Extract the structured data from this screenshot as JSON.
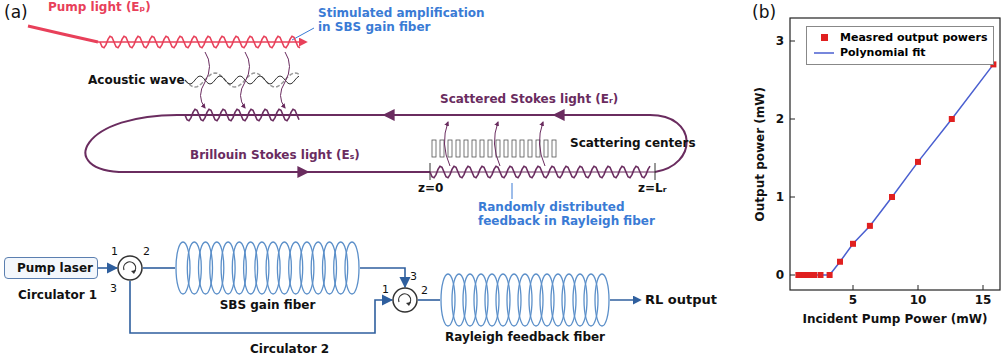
{
  "diagram": {
    "nodes": [
      {
        "text": [
          "Pump laser"
        ]
      },
      {
        "text": [
          "Circulator 1"
        ]
      },
      {
        "text": [
          "SBS gain fiber"
        ]
      },
      {
        "text": [
          "Circulator 2"
        ]
      },
      {
        "text": [
          "Rayleigh feedback fiber"
        ]
      }
    ],
    "edges": [
      {
        "from": 0,
        "to": 1,
        "arrow": "to"
      },
      {
        "from": 1,
        "to": 2,
        "arrow": "none"
      },
      {
        "from": 2,
        "to": 3,
        "arrow": "to"
      },
      {
        "from": 1,
        "to": 3,
        "arrow": "to"
      },
      {
        "from": 3,
        "to": 4,
        "arrow": "none"
      }
    ],
    "labels": [
      "(a)",
      "Pump light (Eₚ)",
      "Stimulated amplification in SBS gain fiber",
      "Acoustic wave",
      "Scattered Stokes light (Eᵣ)",
      "Brillouin Stokes light (Eₛ)",
      "Scattering centers",
      "z=0",
      "z=Lᵣ",
      "Randomly distributed feedback in Rayleigh fiber",
      "1",
      "2",
      "3",
      "1",
      "3",
      "2",
      "RL output",
      "(b)",
      "Output power (mW)",
      "Incident Pump Power (mW)",
      "0",
      "1",
      "2",
      "3",
      "5",
      "10",
      "15"
    ],
    "legend": [
      {
        "text": "Measred output powers"
      },
      {
        "text": "Polynomial fit"
      }
    ]
  }
}
